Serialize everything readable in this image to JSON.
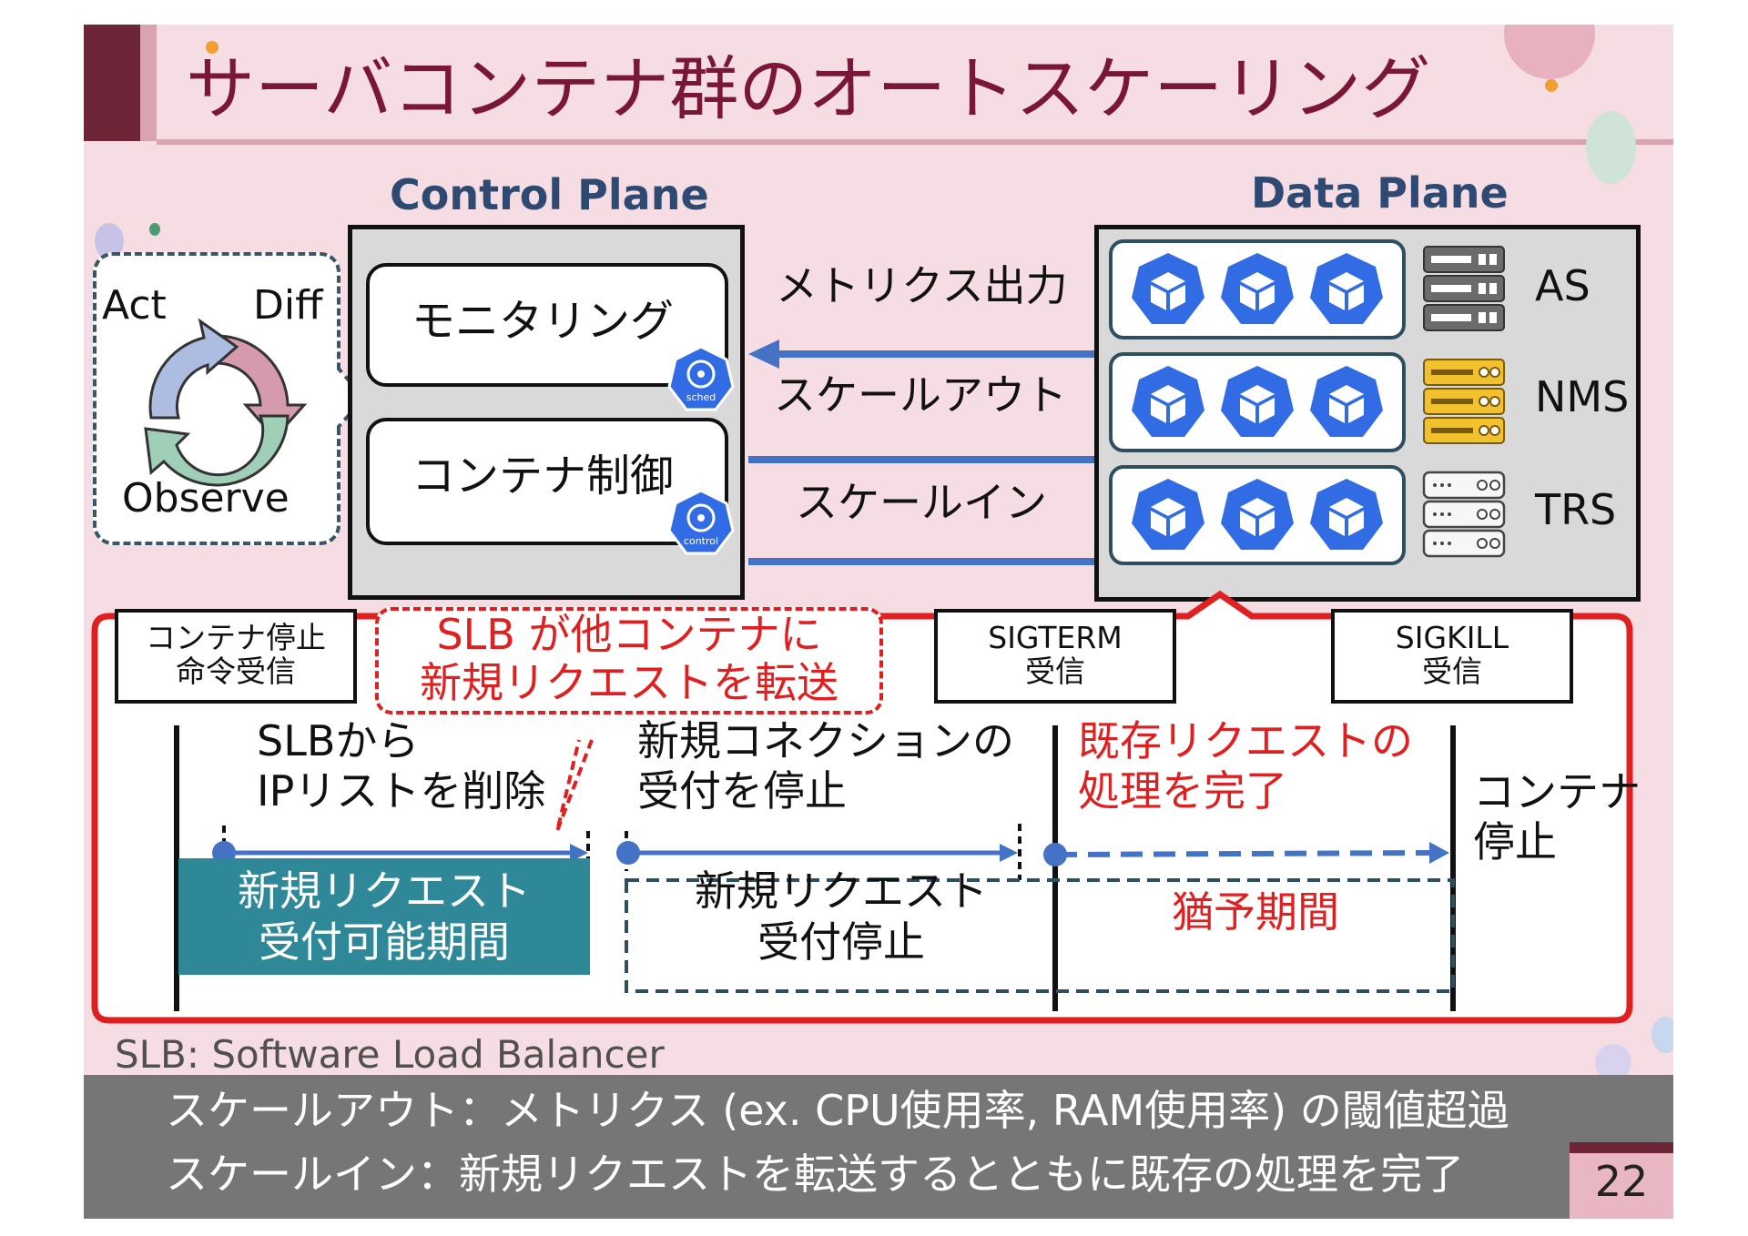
{
  "slide": {
    "title": "サーバコンテナ群のオートスケーリング",
    "page_number": "22",
    "colors": {
      "background": "#f5dde3",
      "title": "#7a1738",
      "heading": "#2e4a73",
      "arrow_blue": "#4472c4",
      "k8s_blue": "#326ce5",
      "teal": "#2f8898",
      "red": "#e02020",
      "footer_bg": "#767676",
      "accent_maroon": "#6e2538"
    }
  },
  "cycle": {
    "labels": {
      "act": "Act",
      "diff": "Diff",
      "observe": "Observe"
    }
  },
  "control_plane": {
    "heading": "Control Plane",
    "boxes": [
      {
        "label": "モニタリング",
        "badge": "sched",
        "icon": "kubernetes-scheduler-icon"
      },
      {
        "label": "コンテナ制御",
        "badge": "control",
        "icon": "kubernetes-controller-icon"
      }
    ]
  },
  "data_plane": {
    "heading": "Data Plane",
    "groups": [
      {
        "label": "AS",
        "pods": 3,
        "server_icon": "gray-server-icon"
      },
      {
        "label": "NMS",
        "pods": 3,
        "server_icon": "yellow-server-icon"
      },
      {
        "label": "TRS",
        "pods": 3,
        "server_icon": "white-server-icon"
      }
    ]
  },
  "arrows": {
    "metrics": "メトリクス出力",
    "scale_out": "スケールアウト",
    "scale_in": "スケールイン"
  },
  "timeline": {
    "events": {
      "stop_received": "コンテナ停止\n命令受信",
      "sigterm": "SIGTERM\n受信",
      "sigkill": "SIGKILL\n受信"
    },
    "callout": "SLB が他コンテナに\n新規リクエストを転送",
    "steps": {
      "remove_ip": "SLBから\nIPリストを削除",
      "stop_accept": "新規コネクションの\n受付を停止",
      "finish_existing": "既存リクエストの\n処理を完了",
      "container_stop": "コンテナ\n停止"
    },
    "periods": {
      "accepting": "新規リクエスト\n受付可能期間",
      "stopped": "新規リクエスト\n受付停止",
      "grace": "猶予期間"
    }
  },
  "footnote": "SLB: Software Load Balancer",
  "footer": {
    "line1": "スケールアウト：メトリクス (ex. CPU使用率, RAM使用率) の閾値超過",
    "line2": "スケールイン：新規リクエストを転送するとともに既存の処理を完了"
  }
}
